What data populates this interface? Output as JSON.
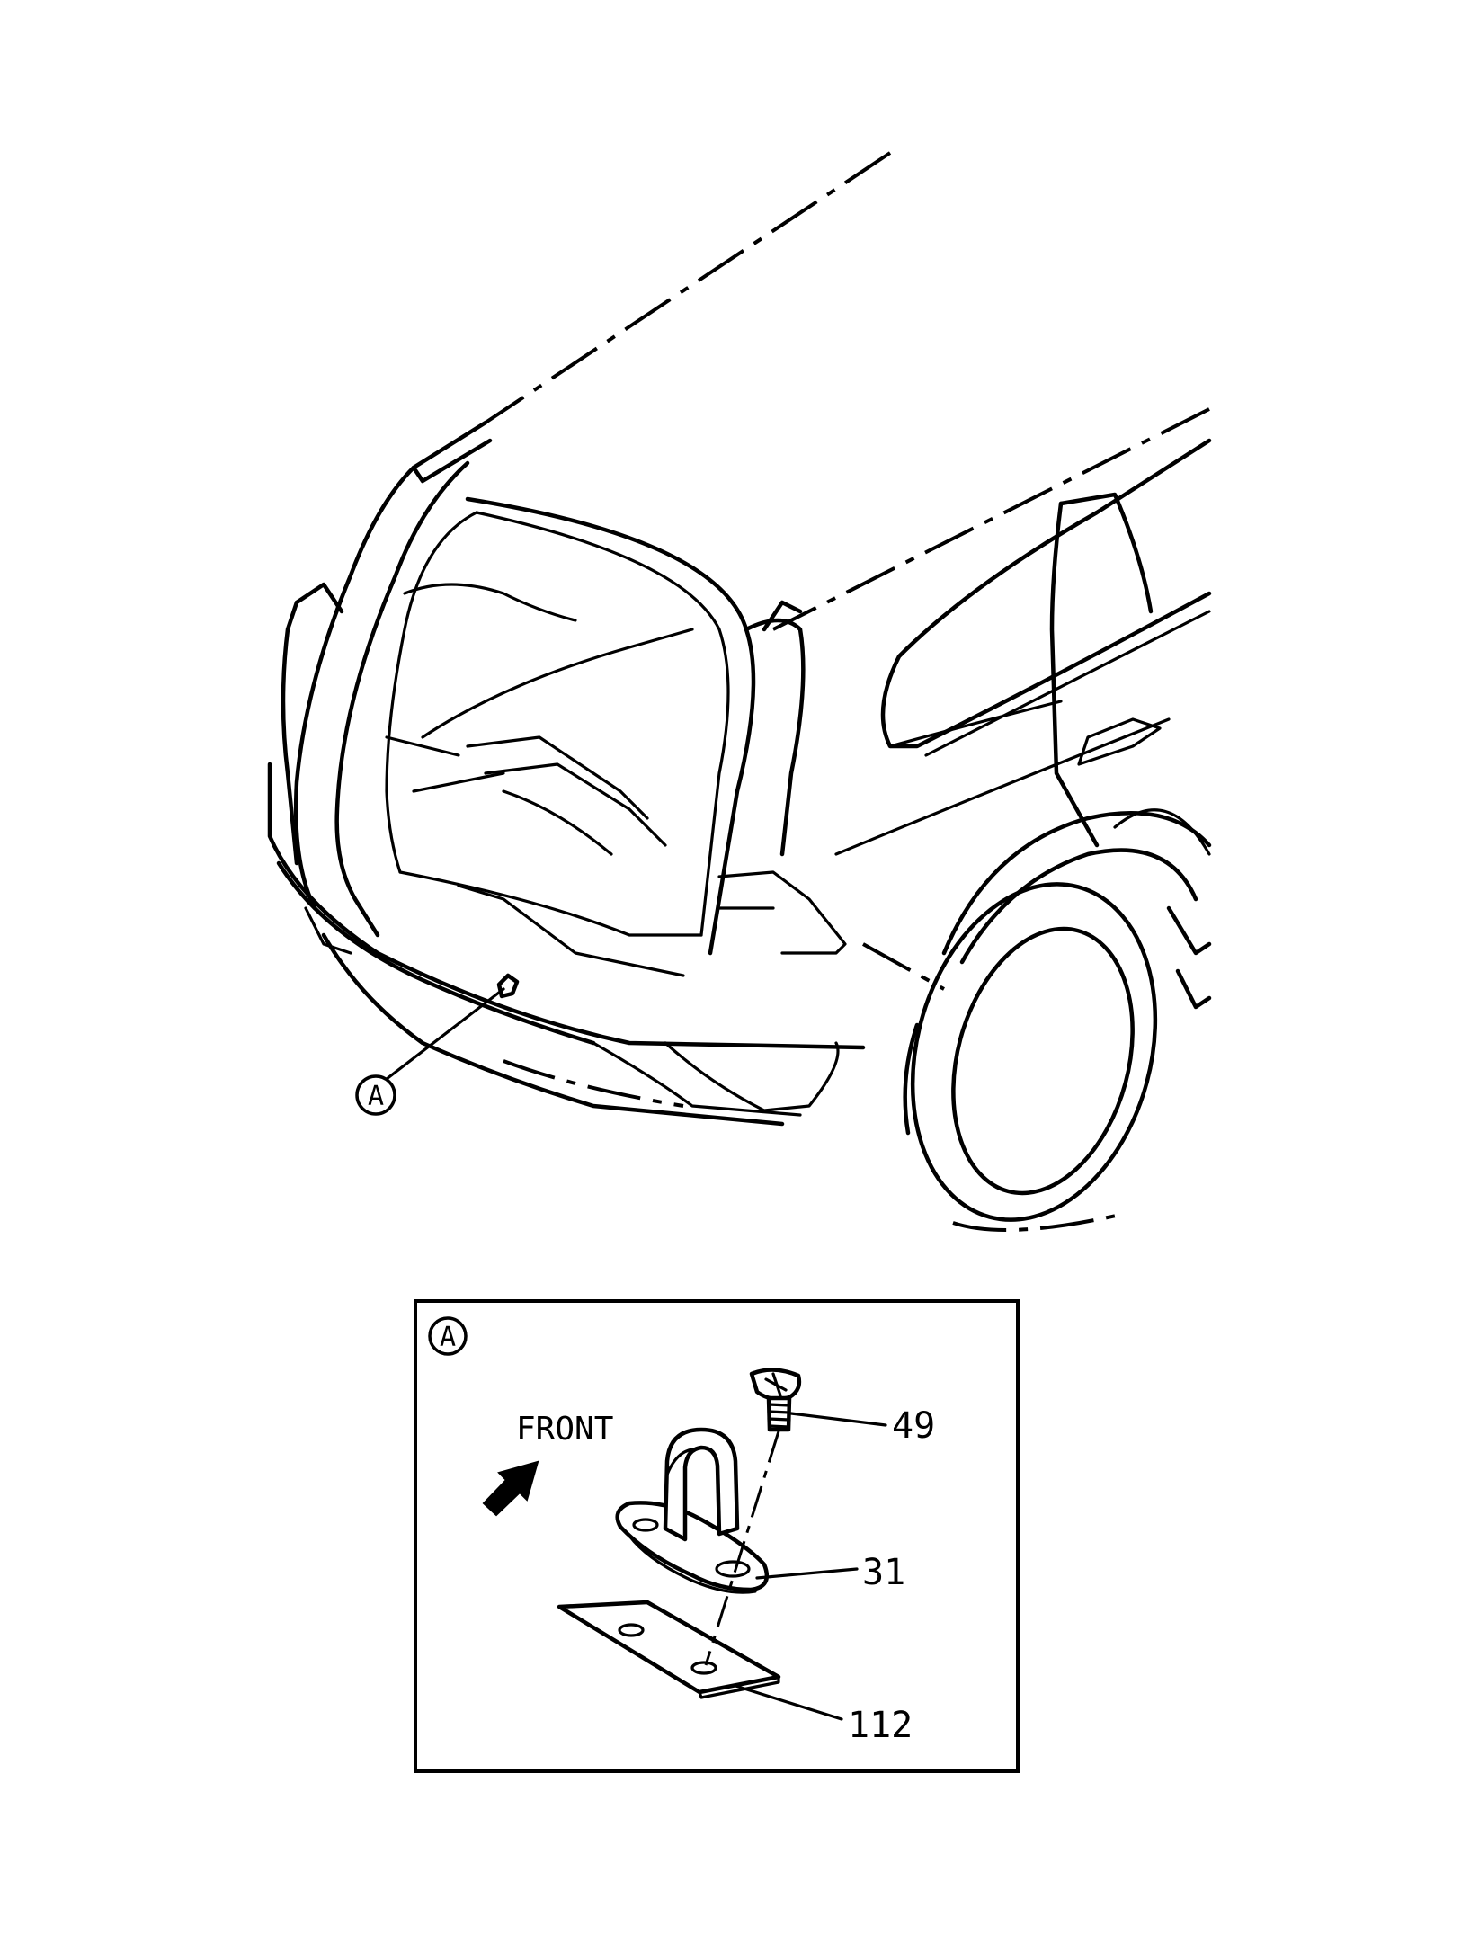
{
  "callouts": {
    "main_marker": "A",
    "inset_marker": "A"
  },
  "inset": {
    "direction_label": "FRONT",
    "parts": [
      {
        "id": "49"
      },
      {
        "id": "31"
      },
      {
        "id": "112"
      }
    ]
  },
  "colors": {
    "line": "#000000",
    "background": "#ffffff"
  }
}
